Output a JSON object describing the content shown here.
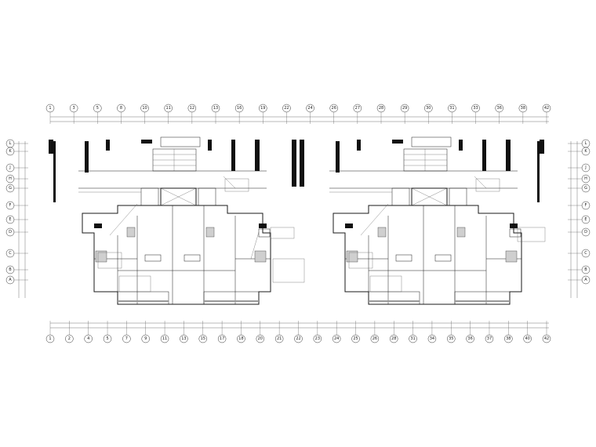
{
  "drawing": {
    "grid_top": [
      "1",
      "3",
      "5",
      "8",
      "10",
      "11",
      "12",
      "13",
      "16",
      "19",
      "22",
      "24",
      "26",
      "27",
      "28",
      "29",
      "30",
      "31",
      "33",
      "36",
      "38",
      "42"
    ],
    "grid_bottom": [
      "1",
      "2",
      "4",
      "5",
      "7",
      "9",
      "11",
      "13",
      "15",
      "17",
      "18",
      "20",
      "21",
      "22",
      "23",
      "24",
      "25",
      "26",
      "28",
      "31",
      "34",
      "35",
      "36",
      "37",
      "38",
      "40",
      "42"
    ],
    "grid_left": [
      "L",
      "K",
      "J",
      "H",
      "G",
      "F",
      "E",
      "D",
      "C",
      "B",
      "A"
    ],
    "grid_right": [
      "L",
      "K",
      "J",
      "H",
      "G",
      "F",
      "E",
      "D",
      "C",
      "B",
      "A"
    ]
  }
}
